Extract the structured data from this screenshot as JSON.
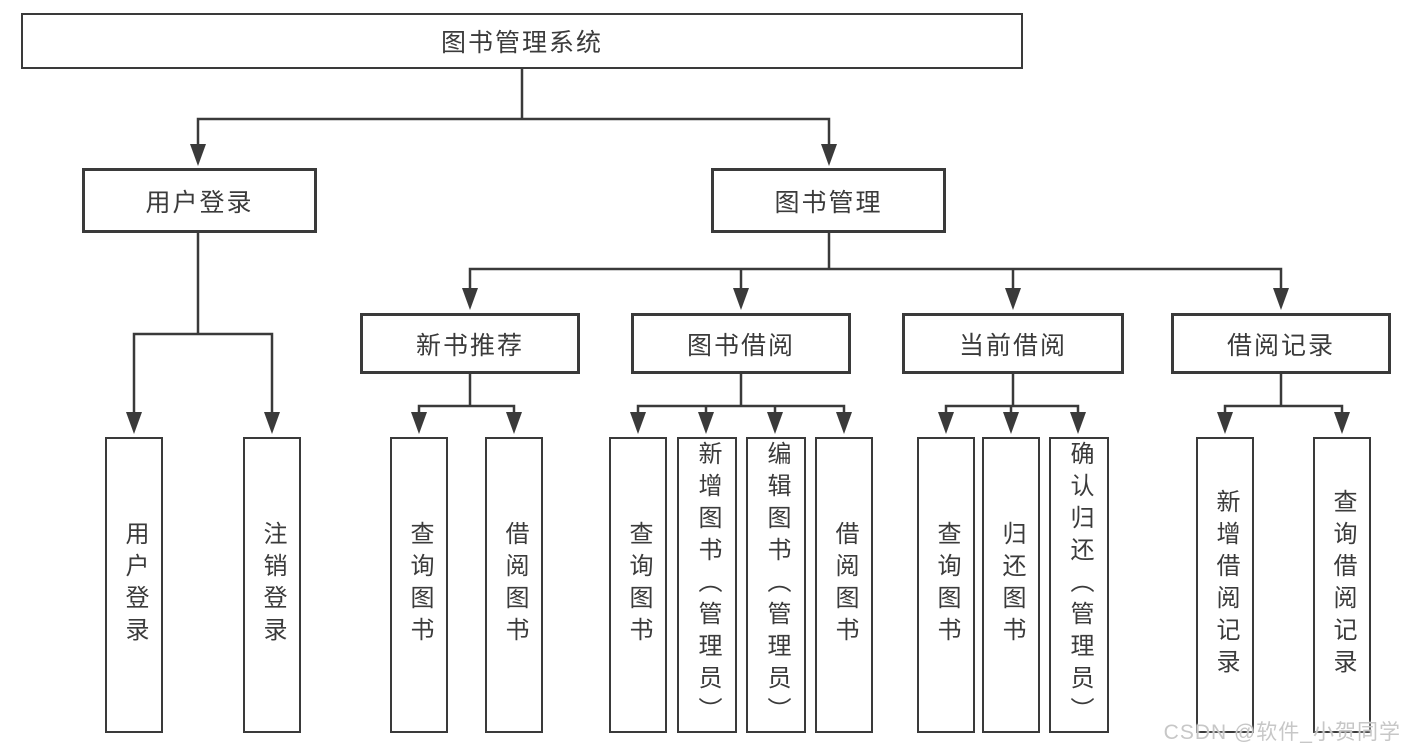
{
  "diagram": {
    "root": {
      "label": "图书管理系统"
    },
    "branches": [
      {
        "label": "用户登录",
        "children": [
          {
            "label": "用户登录"
          },
          {
            "label": "注销登录"
          }
        ]
      },
      {
        "label": "图书管理",
        "children": [
          {
            "label": "新书推荐",
            "children": [
              {
                "label": "查询图书"
              },
              {
                "label": "借阅图书"
              }
            ]
          },
          {
            "label": "图书借阅",
            "children": [
              {
                "label": "查询图书"
              },
              {
                "label": "新增图书（管理员）"
              },
              {
                "label": "编辑图书（管理员）"
              },
              {
                "label": "借阅图书"
              }
            ]
          },
          {
            "label": "当前借阅",
            "children": [
              {
                "label": "查询图书"
              },
              {
                "label": "归还图书"
              },
              {
                "label": "确认归还（管理员）"
              }
            ]
          },
          {
            "label": "借阅记录",
            "children": [
              {
                "label": "新增借阅记录"
              },
              {
                "label": "查询借阅记录"
              }
            ]
          }
        ]
      }
    ]
  },
  "watermark": {
    "text": "CSDN @软件_小贺同学"
  },
  "colors": {
    "line": "#3a3a3a",
    "text": "#3b3b3b",
    "background": "#ffffff",
    "watermark": "#c7c7c7"
  }
}
